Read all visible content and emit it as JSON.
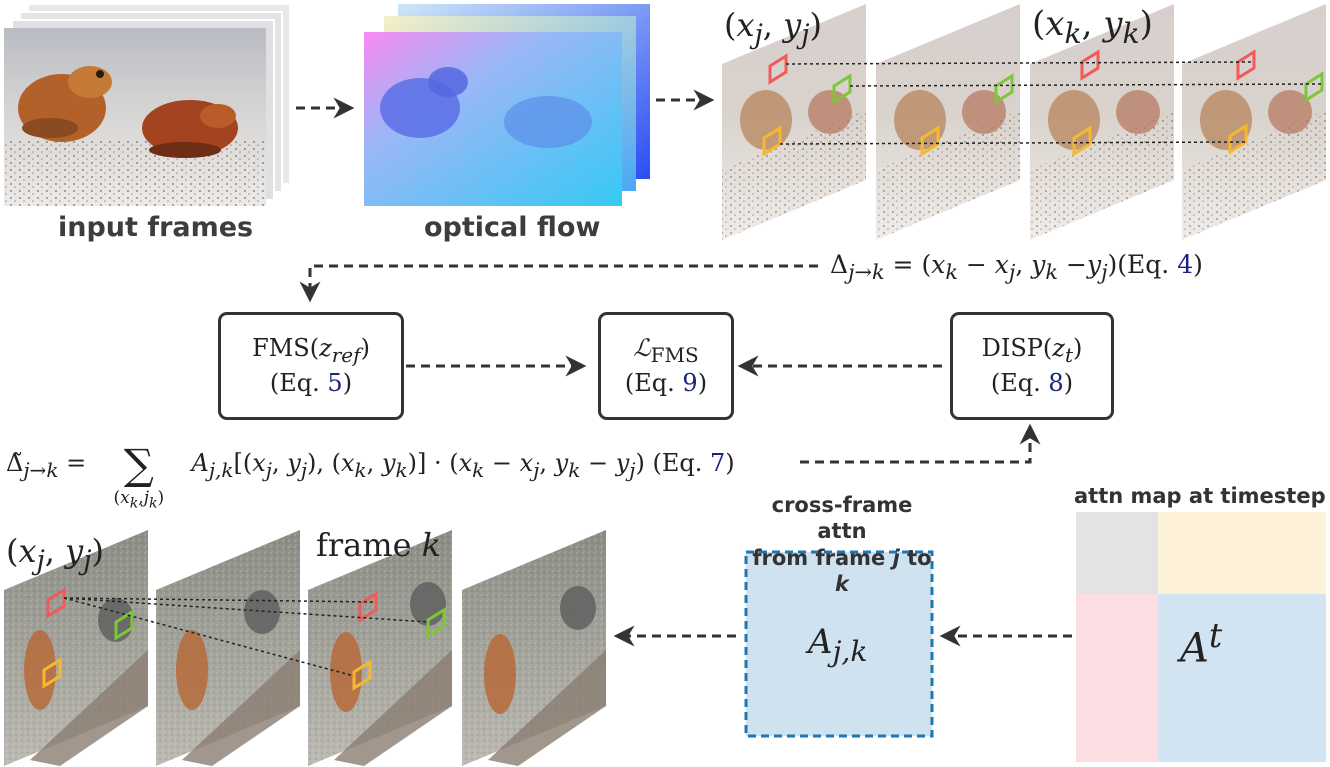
{
  "top_row": {
    "input_caption": "input frames",
    "flow_caption": "optical flow",
    "coord_j": "(x_j, y_j)",
    "coord_k": "(x_k, y_k)",
    "delta_eq": "Δ_{j→k} = (x_k − x_j, y_k − y_j) (Eq. 4)"
  },
  "boxes": {
    "fms": {
      "line1": "FMS(z_ref)",
      "line2_prefix": "(Eq. ",
      "line2_num": "5",
      "line2_suffix": ")"
    },
    "loss": {
      "line1": "ℒ_FMS",
      "line2_prefix": "(Eq. ",
      "line2_num": "9",
      "line2_suffix": ")"
    },
    "disp": {
      "line1": "DISP(z_t)",
      "line2_prefix": "(Eq. ",
      "line2_num": "8",
      "line2_suffix": ")"
    }
  },
  "middle_eq": "Δ̃_{j→k} = Σ_{(x_k, j_k)} A_{j,k}[(x_j, y_j), (x_k, y_k)] · (x_k − x_j, y_k − y_j) (Eq. 7)",
  "bottom_row": {
    "coord_j": "(x_j, y_j)",
    "frame_k_label": "frame k",
    "cross_attn_line1": "cross-frame attn",
    "cross_attn_line2": "from frame j to k",
    "cross_attn_symbol": "A_{j,k}",
    "attn_map_title": "attn map at timestep t",
    "attn_symbol": "A^t"
  },
  "colors": {
    "red_marker": "#f25a5a",
    "green_marker": "#7fc63a",
    "yellow_marker": "#f5b82e",
    "attn_box_fill": "#cfe2f0",
    "attn_box_border": "#1f77b4",
    "attn_gray": "#e3e3e3",
    "attn_yellow": "#fdf1d8",
    "attn_pink": "#fbdde2",
    "attn_blue": "#d2e3f1",
    "eq_number": "#1a237e"
  }
}
